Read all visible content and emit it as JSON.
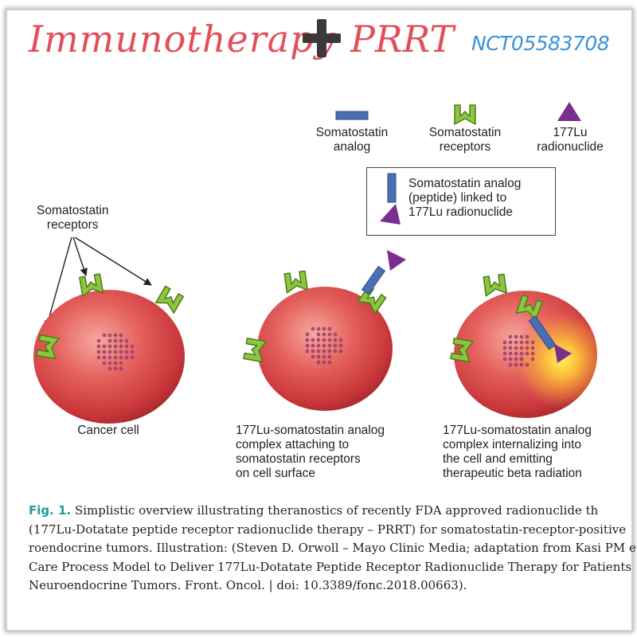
{
  "header": {
    "title_left": "Immunotherapy",
    "title_right": "PRRT",
    "trial_id": "NCT05583708"
  },
  "legend": {
    "analog": [
      "Somatostatin",
      "analog"
    ],
    "receptors": [
      "Somatostatin",
      "receptors"
    ],
    "radionuclide": [
      "177Lu",
      "radionuclide"
    ],
    "linked": [
      "Somatostatin analog",
      "(peptide) linked to",
      "177Lu radionuclide"
    ]
  },
  "cells": {
    "receptor_callout": [
      "Somatostatin",
      "receptors"
    ],
    "cell1": [
      "Cancer cell"
    ],
    "cell2": [
      "177Lu-somatostatin analog",
      "complex attaching to",
      "somatostatin receptors",
      "on cell surface"
    ],
    "cell3": [
      "177Lu-somatostatin analog",
      "complex internalizing into",
      "the cell and emitting",
      "therapeutic beta radiation"
    ]
  },
  "caption": {
    "fig_label": "Fig. 1.",
    "line1": "Simplistic overview illustrating theranostics of recently FDA approved radionuclide th",
    "line2": "(177Lu-Dotatate peptide receptor radionuclide therapy – PRRT) for somatostatin-receptor-positive",
    "line3": "roendocrine tumors. Illustration: (Steven D. Orwoll – Mayo Clinic Media; adaptation from Kasi PM et",
    "line4": "Care Process Model to Deliver 177Lu-Dotatate Peptide Receptor Radionuclide Therapy for Patients",
    "line5": "Neuroendocrine Tumors. Front. Oncol. | doi: 10.3389/fonc.2018.00663)."
  },
  "colors": {
    "title": "#e0505a",
    "trial_id": "#3a93d8",
    "receptor": "#8cc63f",
    "analog": "#4a6fb5",
    "radionuclide": "#7a2e8e",
    "cell": "#e04f50",
    "fig_label": "#1f9b9b"
  }
}
